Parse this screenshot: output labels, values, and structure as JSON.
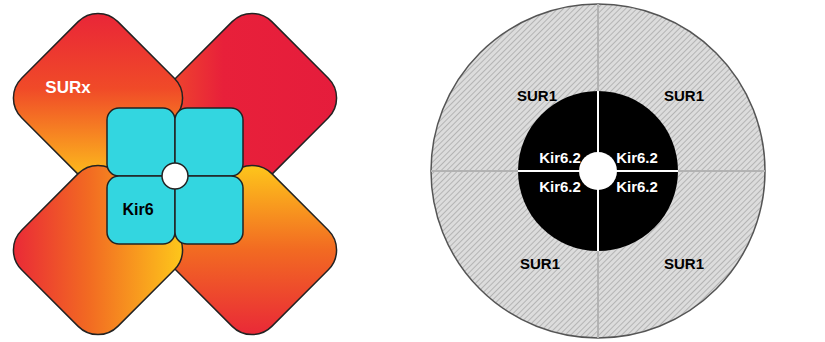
{
  "diagram": {
    "nodes": [
      {
        "text": [
          "SURx"
        ]
      },
      {
        "text": [
          "Kir6"
        ]
      },
      {
        "text": [
          "SUR1"
        ]
      },
      {
        "text": [
          "SUR1"
        ]
      },
      {
        "text": [
          "SUR1"
        ]
      },
      {
        "text": [
          "SUR1"
        ]
      },
      {
        "text": [
          "Kir6.2"
        ]
      },
      {
        "text": [
          "Kir6.2"
        ]
      },
      {
        "text": [
          "Kir6.2"
        ]
      },
      {
        "text": [
          "Kir6.2"
        ]
      }
    ]
  }
}
